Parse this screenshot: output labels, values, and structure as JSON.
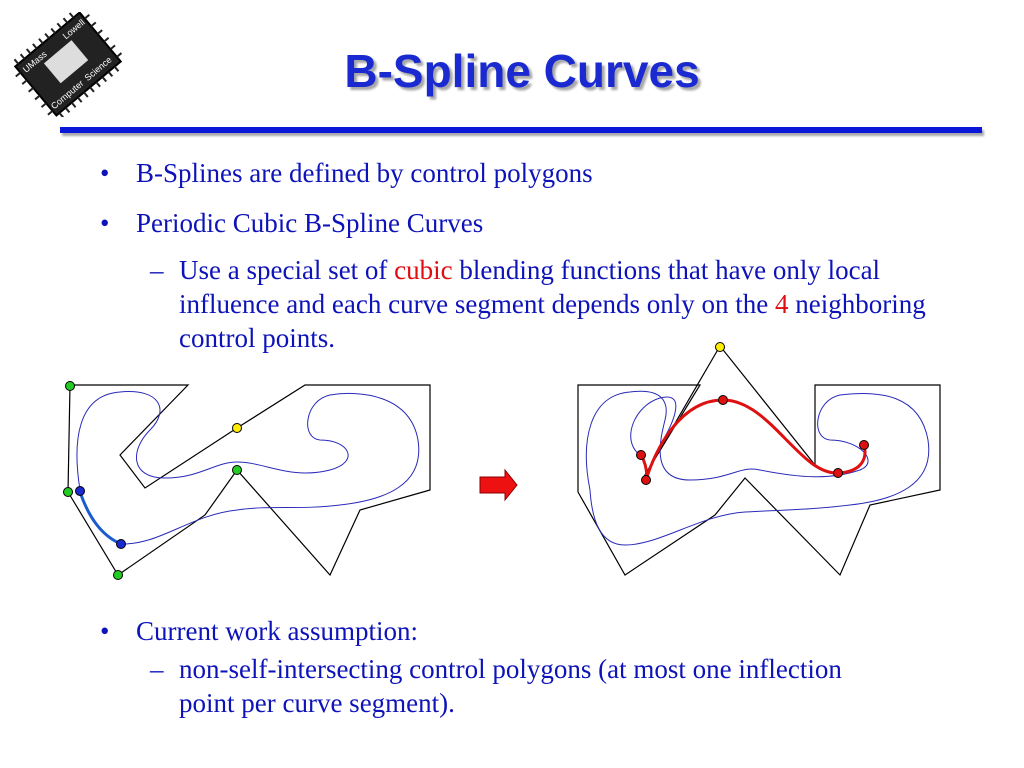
{
  "logo": {
    "text_top": "UMass",
    "text_right_top": "Lowell",
    "text_bottom_left": "Computer",
    "text_bottom_right": "Science"
  },
  "title": "B-Spline Curves",
  "bullets": [
    {
      "marker": "•",
      "text": "B-Splines are defined by control polygons"
    },
    {
      "marker": "•",
      "text": "Periodic Cubic B-Spline Curves"
    }
  ],
  "sub_bullet_1": {
    "marker": "–",
    "part1": "Use a special set of ",
    "highlight1": "cubic",
    "part2": " blending functions that have only local influence and each curve segment depends only on the ",
    "highlight2": "4",
    "part3": " neighboring control points."
  },
  "bullet_3": {
    "marker": "•",
    "text": "Current work assumption:"
  },
  "sub_bullet_2": {
    "marker": "–",
    "text": "non-self-intersecting control polygons (at most one inflection point per curve segment)."
  },
  "colors": {
    "title": "#1a2ad0",
    "text": "#0d13b8",
    "highlight": "#e00d10",
    "curve": "#2a2ab8",
    "green_point": "#22cc22",
    "yellow_point": "#ffee00",
    "red_point": "#dd1111",
    "blue_point": "#1a2ad0",
    "arrow": "#ee1111"
  }
}
